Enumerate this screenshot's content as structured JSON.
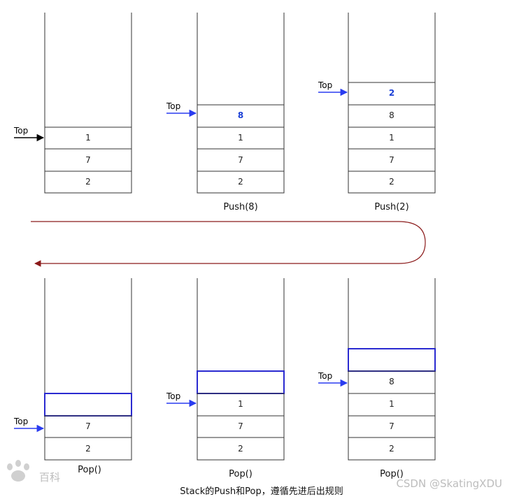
{
  "top_label": "Top",
  "stacks": [
    {
      "cells": [
        "1",
        "7",
        "2"
      ],
      "caption": ""
    },
    {
      "cells": [
        "8",
        "1",
        "7",
        "2"
      ],
      "new_cell": "8",
      "caption": "Push(8)"
    },
    {
      "cells": [
        "2",
        "8",
        "1",
        "7",
        "2"
      ],
      "new_cell": "2",
      "caption": "Push(2)"
    },
    {
      "cells": [
        "7",
        "2"
      ],
      "caption": "Pop()"
    },
    {
      "cells": [
        "1",
        "7",
        "2"
      ],
      "caption": "Pop()"
    },
    {
      "cells": [
        "8",
        "1",
        "7",
        "2"
      ],
      "caption": "Pop()"
    }
  ],
  "footer_caption": "Stack的Push和Pop，遵循先进后出规则",
  "watermark_left": "百科",
  "watermark_right": "CSDN @SkatingXDU",
  "colors": {
    "line": "#333333",
    "arrow_blue": "#2a3cf0",
    "arrow_black": "#000000",
    "flow_arrow": "#8b1a1a",
    "popped_border": "#2a2ad0"
  }
}
